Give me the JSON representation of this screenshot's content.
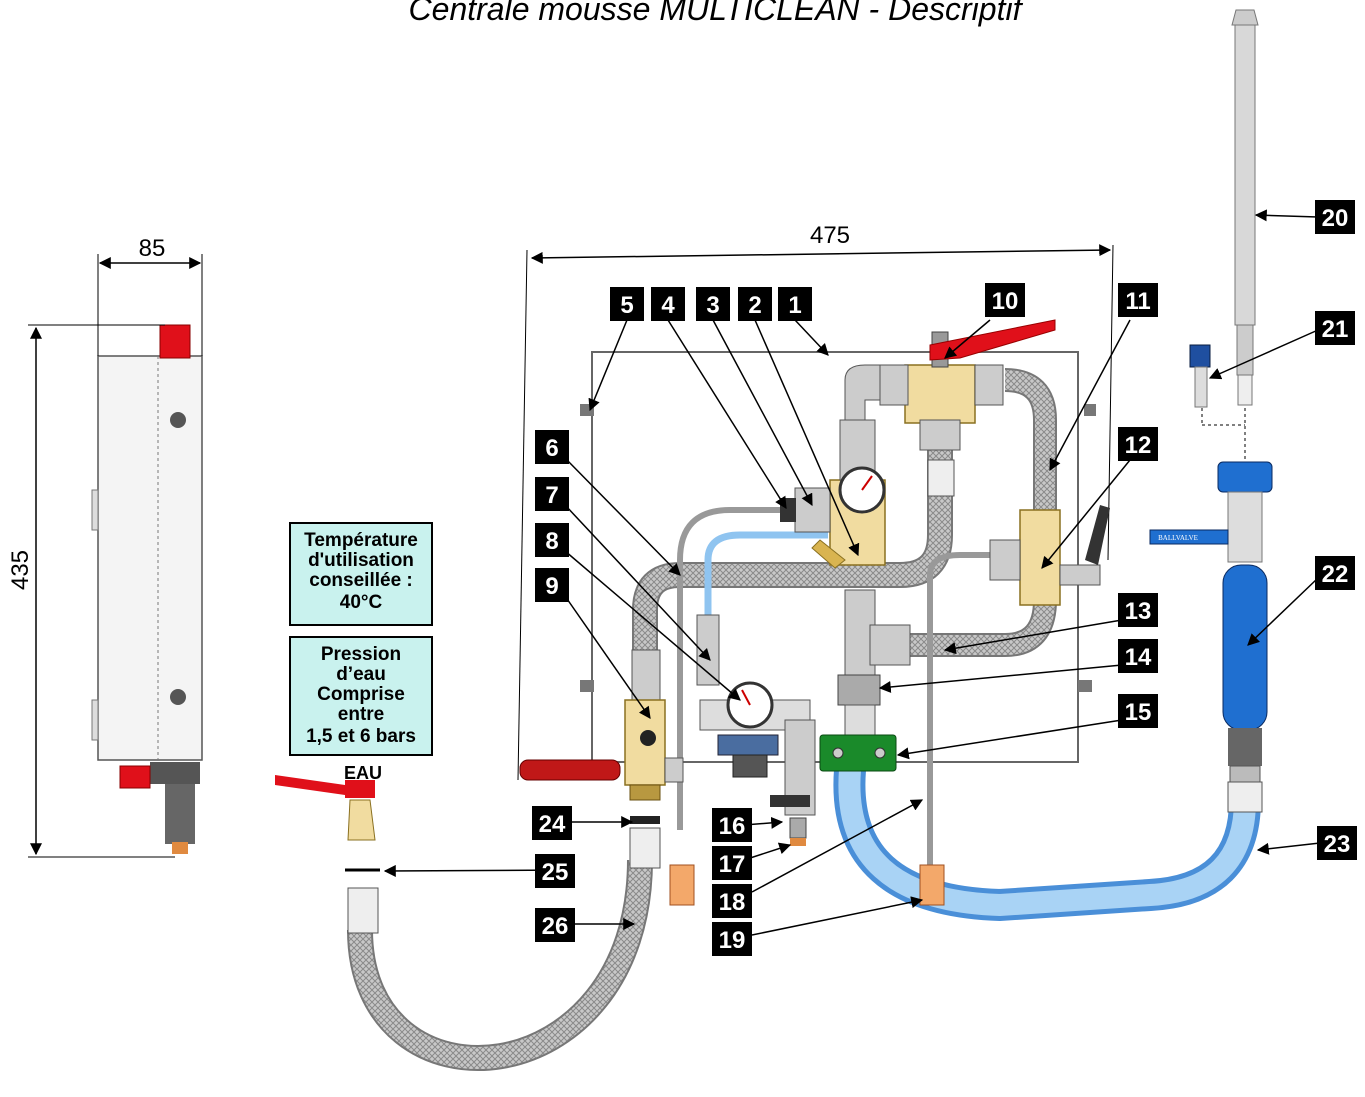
{
  "title": "Centrale mousse MULTICLEAN - Descriptif",
  "dimensions": {
    "width_label": "475",
    "depth_label": "85",
    "height_label": "435"
  },
  "info_boxes": {
    "temperature": [
      "Température",
      "d'utilisation",
      "conseillée :",
      "40°C"
    ],
    "pressure": [
      "Pression",
      "d’eau",
      "Comprise",
      "entre",
      "1,5 et 6 bars"
    ]
  },
  "eau_label": "EAU",
  "ballvalve_label": "BALLVALVE",
  "part_labels": [
    "1",
    "2",
    "3",
    "4",
    "5",
    "6",
    "7",
    "8",
    "9",
    "10",
    "11",
    "12",
    "13",
    "14",
    "15",
    "16",
    "17",
    "18",
    "19",
    "20",
    "21",
    "22",
    "23",
    "24",
    "25",
    "26"
  ],
  "colors": {
    "tag_bg": "#000000",
    "info_bg": "#c9f2ee",
    "red_handle": "#e0101a",
    "blue_hose": "#8fc4f0",
    "blue_lance": "#1f6fd0",
    "brass": "#f1dca0",
    "green_bracket": "#1a8a2a",
    "orange_filter": "#f3a86a"
  }
}
